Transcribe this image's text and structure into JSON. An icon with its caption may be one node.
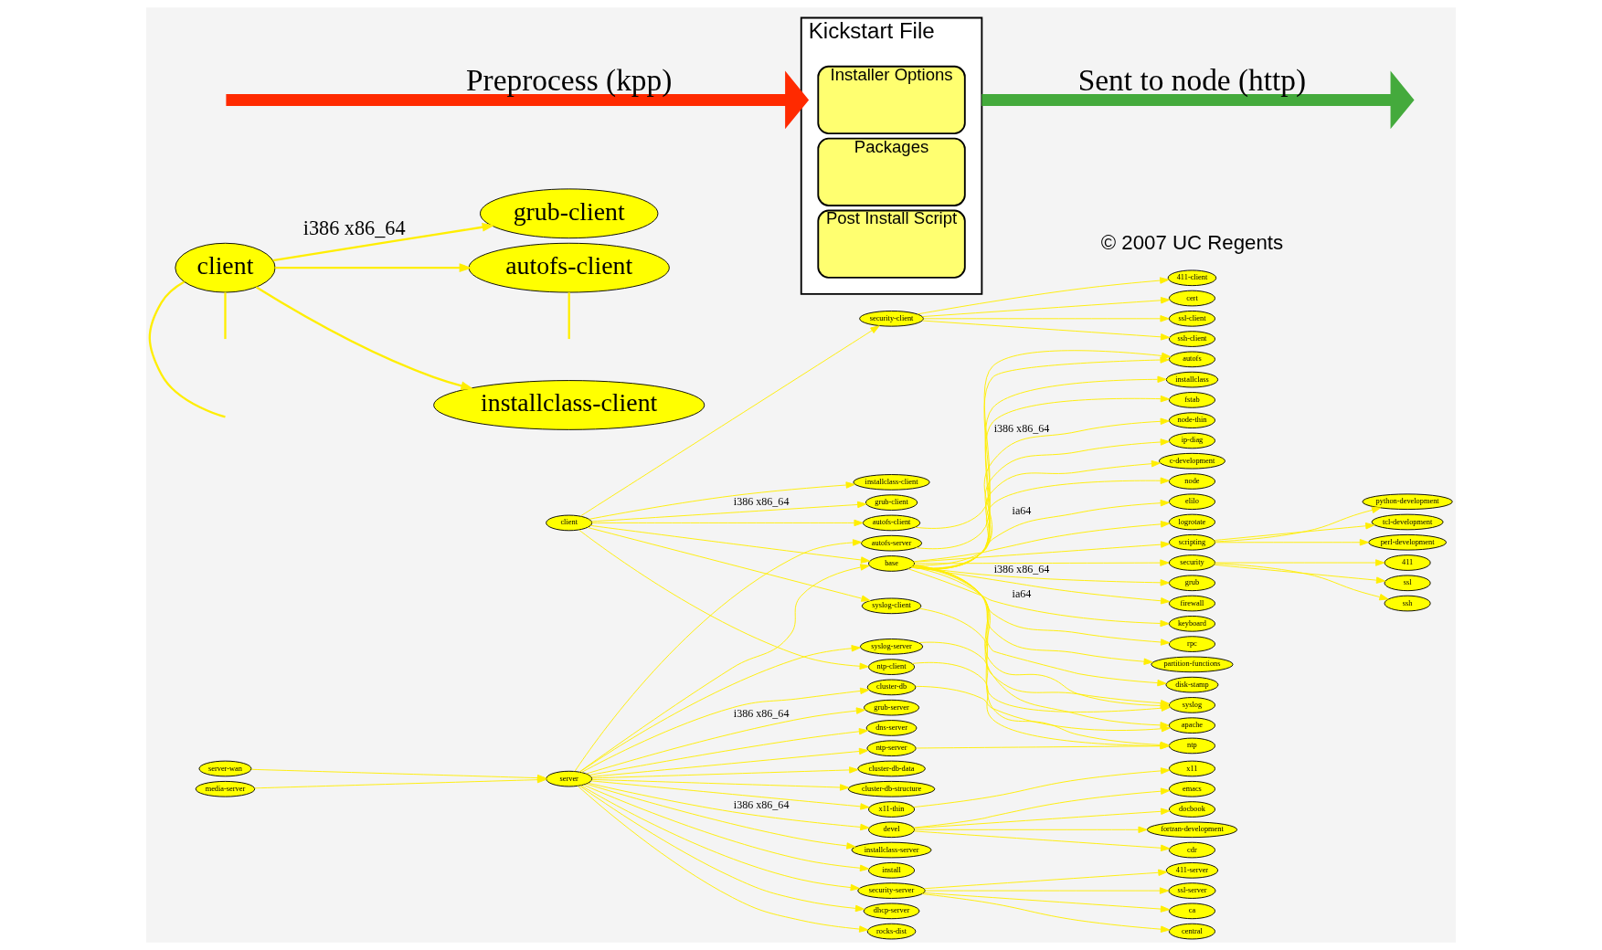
{
  "diagram": {
    "nodes": [
      {
        "text": [
          "ssl-client"
        ]
      },
      {
        "text": [
          "ssh-client"
        ]
      },
      {
        "text": [
          "security-client"
        ]
      },
      {
        "text": [
          "411-client"
        ]
      },
      {
        "text": [
          "cert"
        ]
      },
      {
        "text": [
          "autofs"
        ]
      },
      {
        "text": [
          "grub"
        ]
      },
      {
        "text": [
          "firewall"
        ]
      },
      {
        "text": [
          "keyboard"
        ]
      },
      {
        "text": [
          "rpc"
        ]
      },
      {
        "text": [
          "partition-functions"
        ]
      },
      {
        "text": [
          "grub-client"
        ]
      },
      {
        "text": [
          "disk-stamp"
        ]
      },
      {
        "text": [
          "autofs-client"
        ]
      },
      {
        "text": [
          "client"
        ]
      },
      {
        "text": [
          "installclass-client"
        ]
      },
      {
        "text": [
          "installclass"
        ]
      },
      {
        "text": [
          "autofs-server"
        ]
      },
      {
        "text": [
          "fstab"
        ]
      },
      {
        "text": [
          "base"
        ]
      },
      {
        "text": [
          "node-thin"
        ]
      },
      {
        "text": [
          "ip-diag"
        ]
      },
      {
        "text": [
          "syslog-client"
        ]
      },
      {
        "text": [
          "c-development"
        ]
      },
      {
        "text": [
          "ntp-client"
        ]
      },
      {
        "text": [
          "node"
        ]
      },
      {
        "text": [
          "cluster-db"
        ]
      },
      {
        "text": [
          "elilo"
        ]
      },
      {
        "text": [
          "python-development"
        ]
      },
      {
        "text": [
          "installclass-server"
        ]
      },
      {
        "text": [
          "logrotate"
        ]
      },
      {
        "text": [
          "tcl-development"
        ]
      },
      {
        "text": [
          "install"
        ]
      },
      {
        "text": [
          "scripting"
        ]
      },
      {
        "text": [
          "perl-development"
        ]
      },
      {
        "text": [
          "syslog-server"
        ]
      },
      {
        "text": [
          "security"
        ]
      },
      {
        "text": [
          "411"
        ]
      },
      {
        "text": [
          "dhcp-server"
        ]
      },
      {
        "text": [
          "apache"
        ]
      },
      {
        "text": [
          "ssl"
        ]
      },
      {
        "text": [
          "server-wan"
        ]
      },
      {
        "text": [
          "server"
        ]
      },
      {
        "text": [
          "media-server"
        ]
      },
      {
        "text": [
          "rocks-dist"
        ]
      },
      {
        "text": [
          "syslog"
        ]
      },
      {
        "text": [
          "ssh"
        ]
      },
      {
        "text": [
          "ntp-server"
        ]
      },
      {
        "text": [
          "ntp"
        ]
      },
      {
        "text": [
          "grub-server"
        ]
      },
      {
        "text": [
          "docbook"
        ]
      },
      {
        "text": [
          "dns-server"
        ]
      },
      {
        "text": [
          "fortran-development"
        ]
      },
      {
        "text": [
          "devel"
        ]
      },
      {
        "text": [
          "cdr"
        ]
      },
      {
        "text": [
          "x11-thin"
        ]
      },
      {
        "text": [
          "emacs"
        ]
      },
      {
        "text": [
          "cluster-db-data"
        ]
      },
      {
        "text": [
          "x11"
        ]
      },
      {
        "text": [
          "cluster-db-structure"
        ]
      },
      {
        "text": [
          "411-server"
        ]
      },
      {
        "text": [
          "security-server"
        ]
      },
      {
        "text": [
          "ssl-server"
        ]
      },
      {
        "text": [
          "ca"
        ]
      },
      {
        "text": [
          "central"
        ]
      },
      {
        "text": [
          "grub-client"
        ]
      },
      {
        "text": [
          "autofs-client"
        ]
      },
      {
        "text": [
          "client"
        ]
      },
      {
        "text": [
          "installclass-client"
        ]
      },
      {
        "text": [
          "Kickstart File"
        ]
      },
      {
        "text": [
          "Installer Options"
        ],
        "in": 69
      },
      {
        "text": [
          "Packages"
        ],
        "in": 69
      },
      {
        "text": [
          "Post Install Script"
        ],
        "in": 69
      }
    ],
    "edges": [
      {
        "from": 14,
        "to": 2,
        "arrow": "to"
      },
      {
        "from": 14,
        "to": 11,
        "arrow": "to",
        "label": "i386 x86_64"
      },
      {
        "from": 14,
        "to": 13,
        "arrow": "to"
      },
      {
        "from": 14,
        "to": 15,
        "arrow": "to"
      },
      {
        "from": 14,
        "to": 19,
        "arrow": "to"
      },
      {
        "from": 14,
        "to": 22,
        "arrow": "to"
      },
      {
        "from": 14,
        "to": 24,
        "arrow": "to"
      },
      {
        "from": 2,
        "to": 0,
        "arrow": "to"
      },
      {
        "from": 2,
        "to": 1,
        "arrow": "to"
      },
      {
        "from": 2,
        "to": 3,
        "arrow": "to"
      },
      {
        "from": 2,
        "to": 4,
        "arrow": "to"
      },
      {
        "from": 13,
        "to": 5,
        "arrow": "to"
      },
      {
        "from": 17,
        "to": 5,
        "arrow": "to"
      },
      {
        "from": 19,
        "to": 6,
        "arrow": "to",
        "label": "i386 x86_64"
      },
      {
        "from": 19,
        "to": 7,
        "arrow": "to"
      },
      {
        "from": 19,
        "to": 8,
        "arrow": "to",
        "label": "ia64"
      },
      {
        "from": 19,
        "to": 9,
        "arrow": "to"
      },
      {
        "from": 19,
        "to": 10,
        "arrow": "to"
      },
      {
        "from": 19,
        "to": 12,
        "arrow": "to"
      },
      {
        "from": 19,
        "to": 16,
        "arrow": "to"
      },
      {
        "from": 19,
        "to": 18,
        "arrow": "to"
      },
      {
        "from": 19,
        "to": 20,
        "arrow": "to",
        "label": "i386 x86_64"
      },
      {
        "from": 19,
        "to": 21,
        "arrow": "to"
      },
      {
        "from": 19,
        "to": 23,
        "arrow": "to"
      },
      {
        "from": 19,
        "to": 25,
        "arrow": "to"
      },
      {
        "from": 19,
        "to": 27,
        "arrow": "to",
        "label": "ia64"
      },
      {
        "from": 19,
        "to": 30,
        "arrow": "to"
      },
      {
        "from": 19,
        "to": 33,
        "arrow": "to"
      },
      {
        "from": 19,
        "to": 36,
        "arrow": "to"
      },
      {
        "from": 19,
        "to": 39,
        "arrow": "to"
      },
      {
        "from": 19,
        "to": 45,
        "arrow": "to"
      },
      {
        "from": 19,
        "to": 48,
        "arrow": "to"
      },
      {
        "from": 22,
        "to": 45,
        "arrow": "to"
      },
      {
        "from": 24,
        "to": 48,
        "arrow": "to"
      },
      {
        "from": 35,
        "to": 45,
        "arrow": "to"
      },
      {
        "from": 47,
        "to": 48,
        "arrow": "to"
      },
      {
        "from": 26,
        "to": 39,
        "arrow": "to"
      },
      {
        "from": 33,
        "to": 28,
        "arrow": "to"
      },
      {
        "from": 33,
        "to": 31,
        "arrow": "to"
      },
      {
        "from": 33,
        "to": 34,
        "arrow": "to"
      },
      {
        "from": 36,
        "to": 37,
        "arrow": "to"
      },
      {
        "from": 36,
        "to": 40,
        "arrow": "to"
      },
      {
        "from": 36,
        "to": 46,
        "arrow": "to"
      },
      {
        "from": 41,
        "to": 42,
        "arrow": "to"
      },
      {
        "from": 43,
        "to": 42,
        "arrow": "to"
      },
      {
        "from": 42,
        "to": 17,
        "arrow": "to"
      },
      {
        "from": 42,
        "to": 19,
        "arrow": "to"
      },
      {
        "from": 42,
        "to": 26,
        "arrow": "to"
      },
      {
        "from": 42,
        "to": 29,
        "arrow": "to"
      },
      {
        "from": 42,
        "to": 32,
        "arrow": "to"
      },
      {
        "from": 42,
        "to": 35,
        "arrow": "to"
      },
      {
        "from": 42,
        "to": 38,
        "arrow": "to"
      },
      {
        "from": 42,
        "to": 44,
        "arrow": "to"
      },
      {
        "from": 42,
        "to": 47,
        "arrow": "to"
      },
      {
        "from": 42,
        "to": 49,
        "arrow": "to",
        "label": "i386 x86_64"
      },
      {
        "from": 42,
        "to": 51,
        "arrow": "to"
      },
      {
        "from": 42,
        "to": 53,
        "arrow": "to",
        "label": "i386 x86_64"
      },
      {
        "from": 42,
        "to": 55,
        "arrow": "to"
      },
      {
        "from": 42,
        "to": 57,
        "arrow": "to"
      },
      {
        "from": 42,
        "to": 59,
        "arrow": "to"
      },
      {
        "from": 42,
        "to": 61,
        "arrow": "to"
      },
      {
        "from": 53,
        "to": 50,
        "arrow": "to"
      },
      {
        "from": 53,
        "to": 52,
        "arrow": "to"
      },
      {
        "from": 53,
        "to": 54,
        "arrow": "to"
      },
      {
        "from": 53,
        "to": 56,
        "arrow": "to"
      },
      {
        "from": 55,
        "to": 58,
        "arrow": "to"
      },
      {
        "from": 61,
        "to": 60,
        "arrow": "to"
      },
      {
        "from": 61,
        "to": 62,
        "arrow": "to"
      },
      {
        "from": 61,
        "to": 63,
        "arrow": "to"
      },
      {
        "from": 61,
        "to": 64,
        "arrow": "to"
      },
      {
        "from": 67,
        "to": 65,
        "arrow": "to",
        "label": "i386 x86_64"
      },
      {
        "from": 67,
        "to": 66,
        "arrow": "to"
      },
      {
        "from": 67,
        "to": 68,
        "arrow": "to"
      },
      {
        "from": 67,
        "to": null,
        "arrow": "none"
      },
      {
        "from": 67,
        "to": null,
        "arrow": "none"
      },
      {
        "from": 66,
        "to": null,
        "arrow": "none"
      },
      {
        "from": null,
        "to": 69,
        "arrow": "to",
        "label": "Preprocess (kpp)",
        "style": "thick",
        "color": "#ff2a00"
      },
      {
        "from": 69,
        "to": null,
        "arrow": "to",
        "label": "Sent to node (http)",
        "style": "thick",
        "color": "#44aa3c"
      }
    ],
    "labels": [
      "© 2007 UC Regents"
    ]
  }
}
